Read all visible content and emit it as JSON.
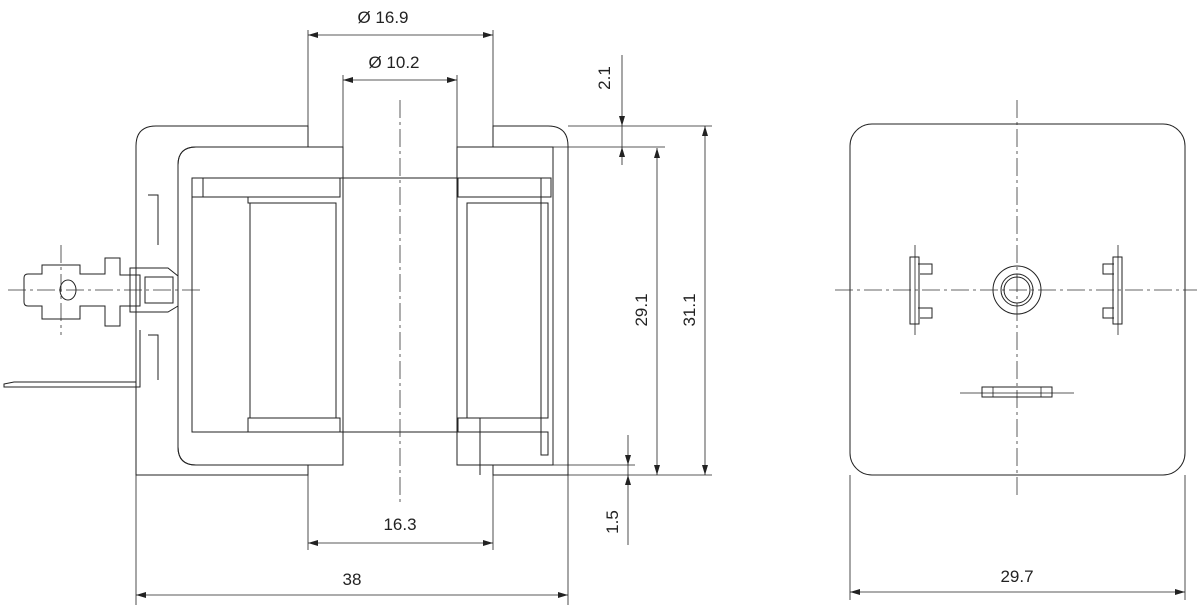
{
  "drawing": {
    "section_view": {
      "dimensions": {
        "outer_diameter": "Ø 16.9",
        "inner_diameter": "Ø 10.2",
        "top_offset": "2.1",
        "inner_height": "29.1",
        "overall_height": "31.1",
        "bottom_offset": "1.5",
        "bottom_width": "16.3",
        "overall_width": "38"
      }
    },
    "end_view": {
      "dimensions": {
        "width": "29.7"
      }
    }
  }
}
